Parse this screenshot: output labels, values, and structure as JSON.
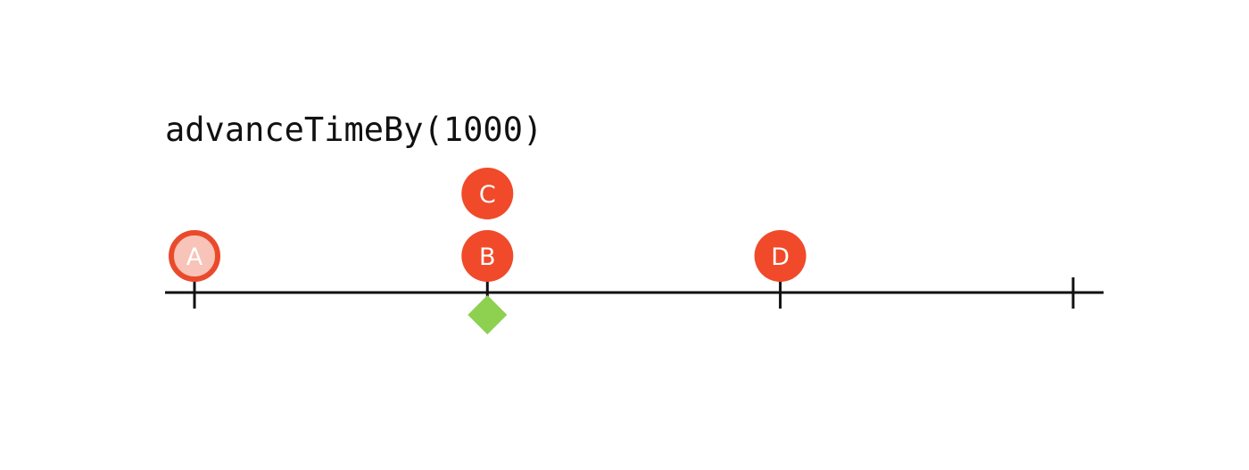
{
  "diagram": {
    "title": "advanceTimeBy(1000)",
    "events": [
      {
        "label": "A",
        "tick": 0,
        "stack": 0,
        "state": "executed"
      },
      {
        "label": "B",
        "tick": 1,
        "stack": 0,
        "state": "pending"
      },
      {
        "label": "C",
        "tick": 1,
        "stack": 1,
        "state": "pending"
      },
      {
        "label": "D",
        "tick": 2,
        "stack": 0,
        "state": "pending"
      }
    ],
    "ticks": [
      0,
      1,
      2,
      3
    ],
    "current_time_marker": {
      "tick": 1,
      "shape": "diamond"
    },
    "colors": {
      "pending": "#f04a2a",
      "executed_fill": "#f8c3b8",
      "executed_stroke": "#ea4a2c",
      "marker": "#8ed04f",
      "axis": "#111111"
    }
  }
}
